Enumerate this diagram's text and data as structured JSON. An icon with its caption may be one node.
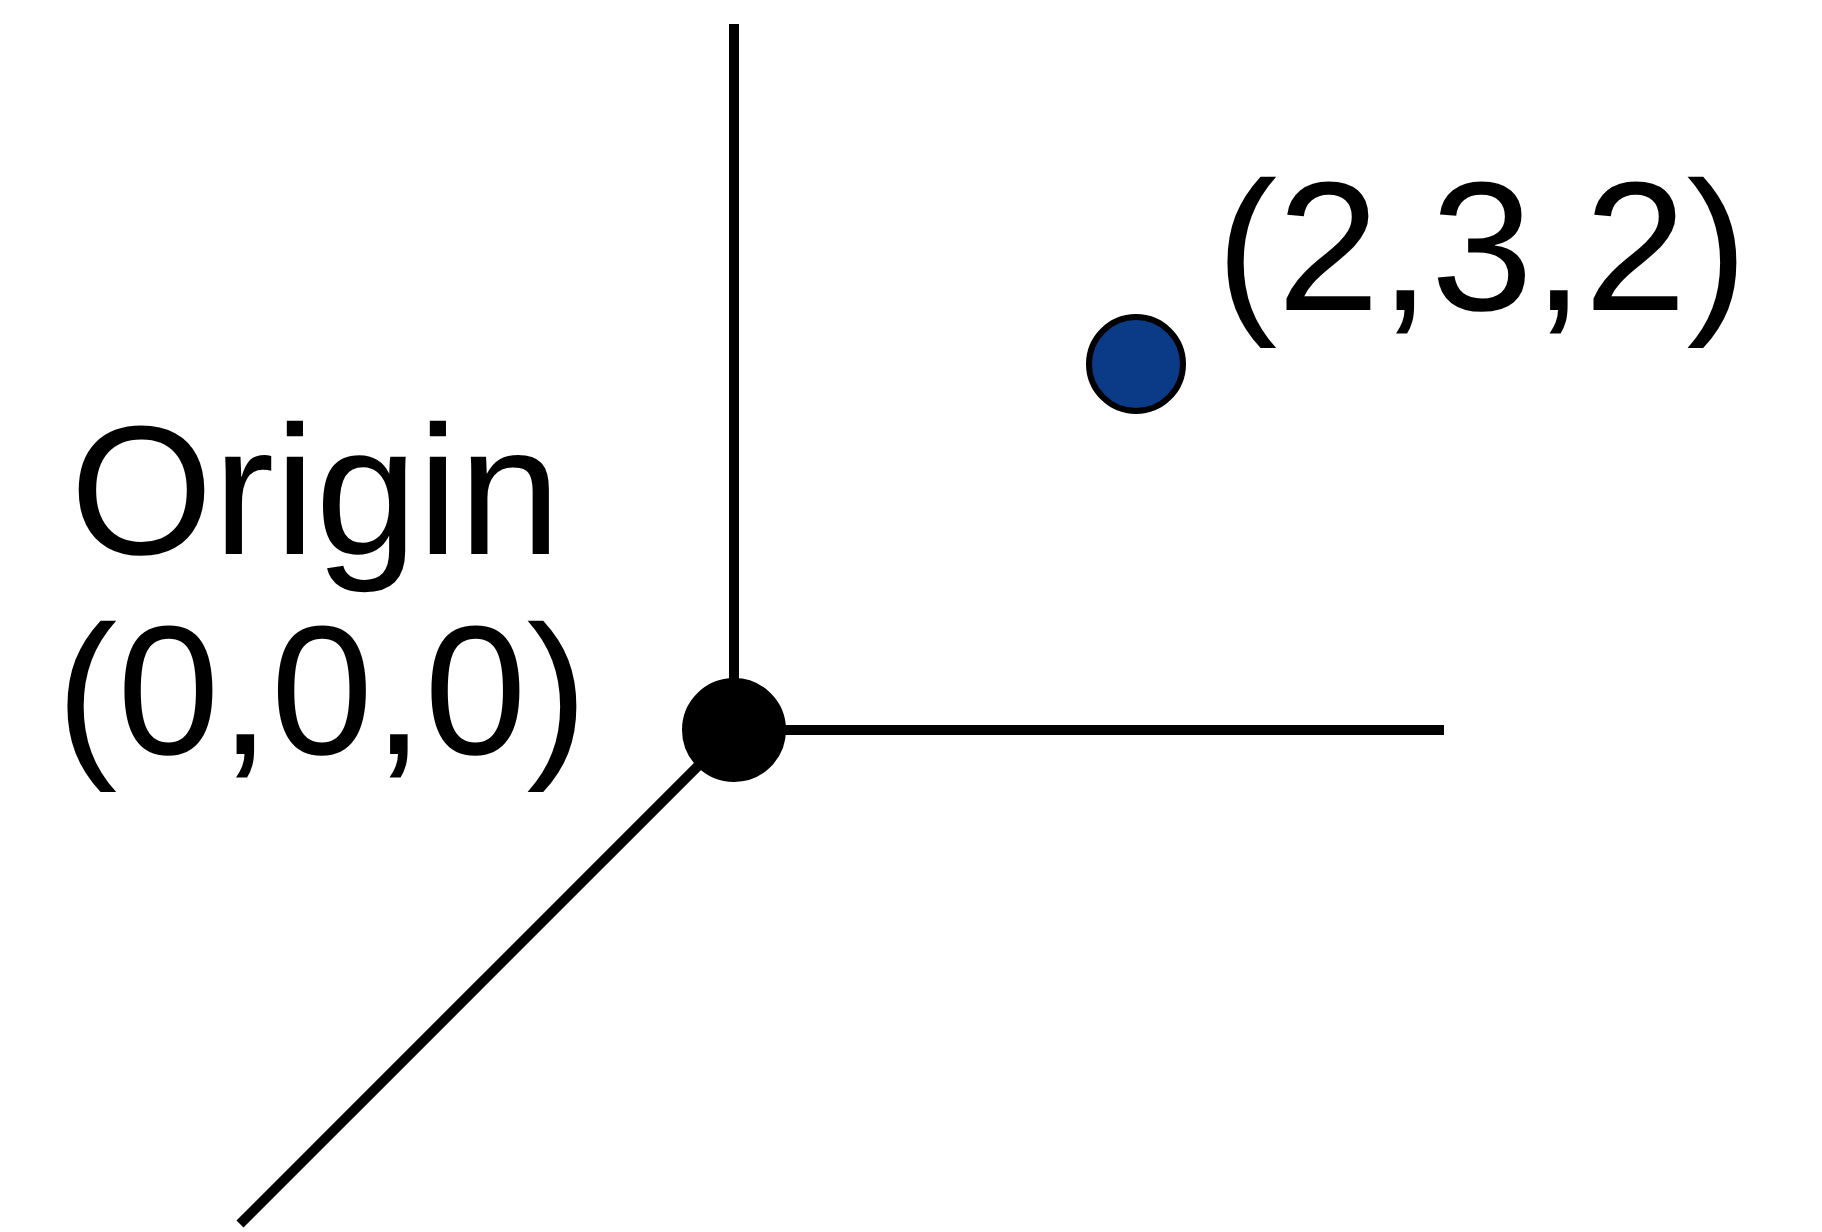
{
  "diagram": {
    "nodes": [
      {
        "text": [],
        "shape": "circle",
        "beside": [
          "Origin",
          "(0,0,0)"
        ]
      },
      {
        "text": [],
        "shape": "circle",
        "beside": [
          "(2,3,2)"
        ]
      }
    ]
  }
}
